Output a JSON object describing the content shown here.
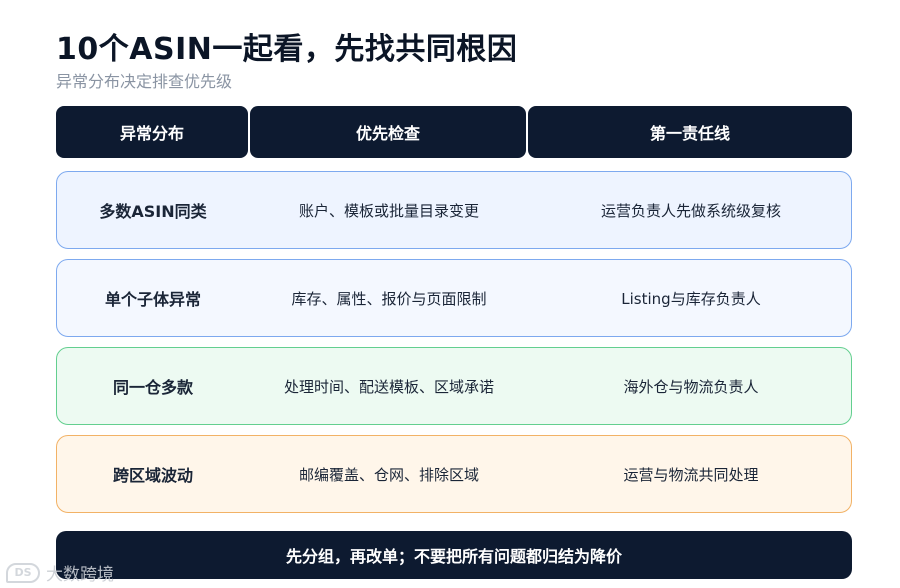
{
  "title": "10个ASIN一起看，先找共同根因",
  "subtitle": "异常分布决定排查优先级",
  "table": {
    "headers": [
      "异常分布",
      "优先检查",
      "第一责任线"
    ],
    "rows": [
      {
        "distribution": "多数ASIN同类",
        "check": "账户、模板或批量目录变更",
        "owner": "运营负责人先做系统级复核",
        "accent": "#7da9ef"
      },
      {
        "distribution": "单个子体异常",
        "check": "库存、属性、报价与页面限制",
        "owner": "Listing与库存负责人",
        "accent": "#7da9ef"
      },
      {
        "distribution": "同一仓多款",
        "check": "处理时间、配送模板、区域承诺",
        "owner": "海外仓与物流负责人",
        "accent": "#63cf8f"
      },
      {
        "distribution": "跨区域波动",
        "check": "邮编覆盖、仓网、排除区域",
        "owner": "运营与物流共同处理",
        "accent": "#f2b266"
      }
    ]
  },
  "footer": "先分组，再改单；不要把所有问题都归结为降价",
  "watermark": {
    "logo_text": "DS",
    "text": "大数跨境"
  }
}
